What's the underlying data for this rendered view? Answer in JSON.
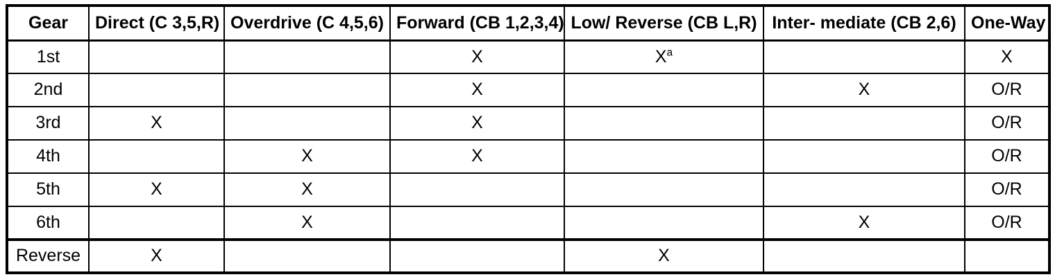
{
  "table": {
    "caption": "",
    "columns": [
      {
        "key": "gear",
        "label": "Gear"
      },
      {
        "key": "direct",
        "label": "Direct (C 3,5,R)"
      },
      {
        "key": "overdrive",
        "label": "Overdrive (C 4,5,6)"
      },
      {
        "key": "forward",
        "label": "Forward (CB 1,2,3,4)"
      },
      {
        "key": "lowreverse",
        "label": "Low/ Reverse (CB L,R)"
      },
      {
        "key": "intermediate",
        "label": "Inter- mediate (CB 2,6)"
      },
      {
        "key": "oneway",
        "label": "One-Way"
      }
    ],
    "rows": [
      {
        "gear": "1st",
        "direct": "",
        "overdrive": "",
        "forward": "X",
        "lowreverse": "X",
        "lowreverse_footnote": "a",
        "intermediate": "",
        "oneway": "X"
      },
      {
        "gear": "2nd",
        "direct": "",
        "overdrive": "",
        "forward": "X",
        "lowreverse": "",
        "lowreverse_footnote": "",
        "intermediate": "X",
        "oneway": "O/R"
      },
      {
        "gear": "3rd",
        "direct": "X",
        "overdrive": "",
        "forward": "X",
        "lowreverse": "",
        "lowreverse_footnote": "",
        "intermediate": "",
        "oneway": "O/R"
      },
      {
        "gear": "4th",
        "direct": "",
        "overdrive": "X",
        "forward": "X",
        "lowreverse": "",
        "lowreverse_footnote": "",
        "intermediate": "",
        "oneway": "O/R"
      },
      {
        "gear": "5th",
        "direct": "X",
        "overdrive": "X",
        "forward": "",
        "lowreverse": "",
        "lowreverse_footnote": "",
        "intermediate": "",
        "oneway": "O/R"
      },
      {
        "gear": "6th",
        "direct": "",
        "overdrive": "X",
        "forward": "",
        "lowreverse": "",
        "lowreverse_footnote": "",
        "intermediate": "X",
        "oneway": "O/R"
      },
      {
        "gear": "Reverse",
        "direct": "X",
        "overdrive": "",
        "forward": "",
        "lowreverse": "X",
        "lowreverse_footnote": "",
        "intermediate": "",
        "oneway": ""
      }
    ],
    "colors": {
      "border": "#000000",
      "text": "#000000",
      "background": "#ffffff"
    }
  }
}
